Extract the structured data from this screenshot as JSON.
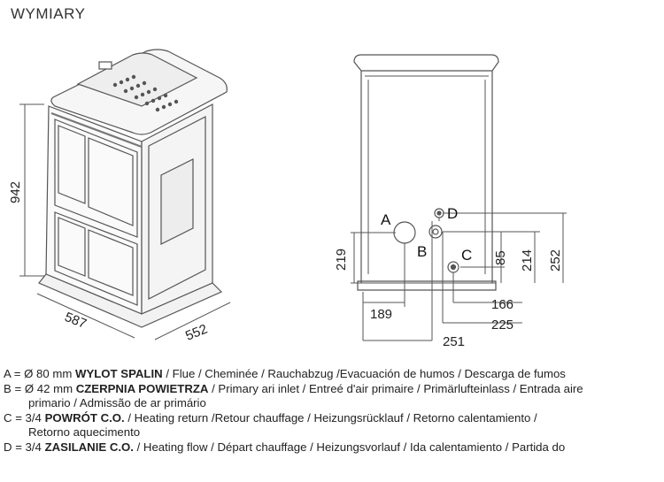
{
  "title": "WYMIARY",
  "dimensions": {
    "height": "942",
    "depth": "587",
    "width": "552",
    "flue_height": "219",
    "flue_side": "189",
    "return_offset": "166",
    "flow_offset": "225",
    "return_span": "251",
    "c_height": "85",
    "b_height": "214",
    "d_height": "252"
  },
  "markers": {
    "a": "A",
    "b": "B",
    "c": "C",
    "d": "D"
  },
  "legend": [
    {
      "prefix": "A = Ø 80 mm ",
      "name": "WYLOT SPALIN",
      "rest": " / Flue / Cheminée / Rauchabzug /Evacuación de humos / Descarga de fumos",
      "cont": ""
    },
    {
      "prefix": "B = Ø 42 mm ",
      "name": "CZERPNIA POWIETRZA",
      "rest": " / Primary ari inlet / Entreé d'air primaire / Primärlufteinlass / Entrada aire",
      "cont": "primario / Admissão de ar primário"
    },
    {
      "prefix": "C = 3/4  ",
      "name": "POWRÓT C.O.",
      "rest": " / Heating return /Retour chauffage / Heizungsrücklauf / Retorno calentamiento /",
      "cont": "Retorno aquecimento"
    },
    {
      "prefix": "D = 3/4 ",
      "name": "ZASILANIE C.O.",
      "rest": "  / Heating flow / Départ chauffage / Heizungsvorlauf / Ida calentamiento / Partida do",
      "cont": ""
    }
  ]
}
